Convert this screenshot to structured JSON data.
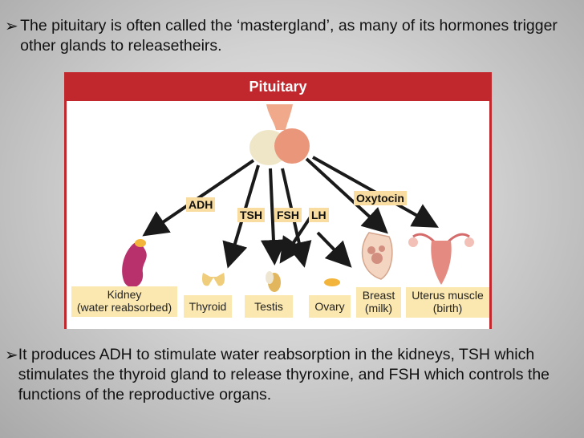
{
  "bullets": {
    "mark": "➢",
    "first": "The pituitary is often called the ‘mastergland’, as many of its hormones trigger other glands to releasetheirs.",
    "second": "It produces ADH to stimulate water reabsorption in the kidneys, TSH which stimulates the thyroid gland to release thyroxine, and FSH which controls the functions of the reproductive organs."
  },
  "diagram": {
    "title": "Pituitary",
    "hormones": {
      "adh": "ADH",
      "tsh": "TSH",
      "fsh": "FSH",
      "lh": "LH",
      "oxytocin": "Oxytocin"
    },
    "targets": {
      "kidney_line1": "Kidney",
      "kidney_line2": "(water reabsorbed)",
      "thyroid": "Thyroid",
      "testis": "Testis",
      "ovary": "Ovary",
      "breast_line1": "Breast",
      "breast_line2": "(milk)",
      "uterus_line1": "Uterus muscle",
      "uterus_line2": "(birth)"
    },
    "colors": {
      "accent": "#c0282d",
      "label_bg": "#fbe8b0"
    }
  }
}
